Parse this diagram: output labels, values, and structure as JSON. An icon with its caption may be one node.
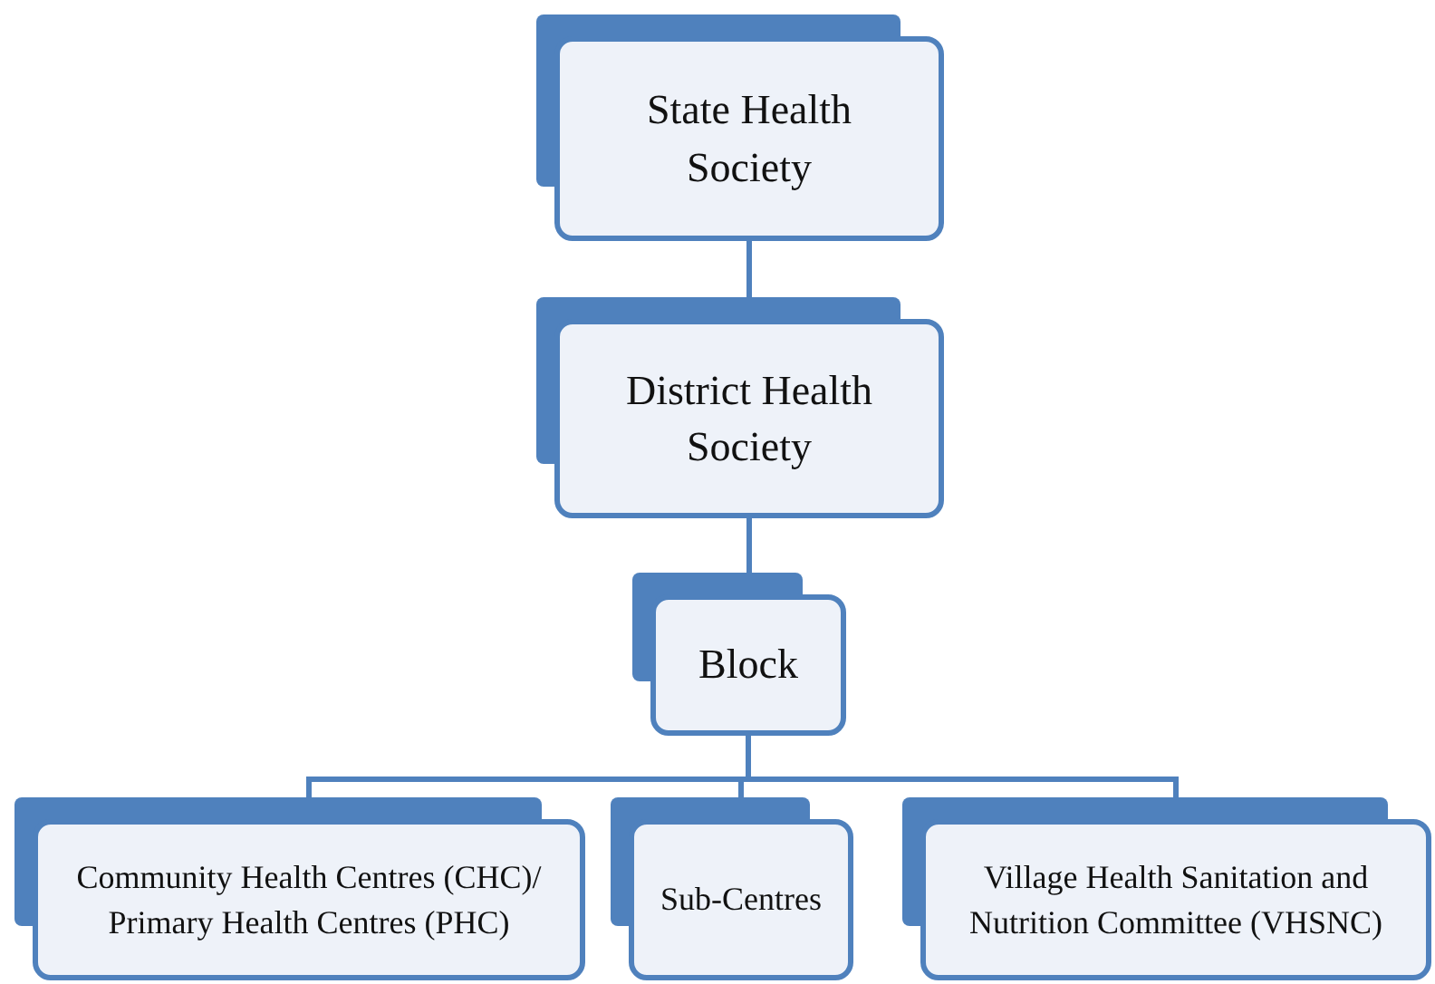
{
  "diagram": {
    "nodes": [
      {
        "text": [
          "State Health Society"
        ]
      },
      {
        "text": [
          "District Health Society"
        ]
      },
      {
        "text": [
          "Block"
        ]
      },
      {
        "text": [
          "Community Health Centres (CHC)/ Primary Health Centres (PHC)"
        ]
      },
      {
        "text": [
          "Sub-Centres"
        ]
      },
      {
        "text": [
          "Village Health Sanitation and Nutrition Committee (VHSNC)"
        ]
      }
    ],
    "edges": [
      {
        "from": 0,
        "to": 1,
        "arrow": "none"
      },
      {
        "from": 1,
        "to": 2,
        "arrow": "none"
      },
      {
        "from": 2,
        "to": 3,
        "arrow": "none"
      },
      {
        "from": 2,
        "to": 4,
        "arrow": "none"
      },
      {
        "from": 2,
        "to": 5,
        "arrow": "none"
      }
    ]
  }
}
